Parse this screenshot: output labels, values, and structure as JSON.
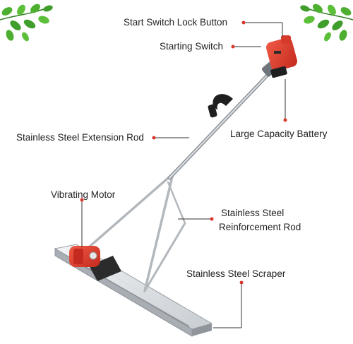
{
  "colors": {
    "accent": "#d9372b",
    "leader_line": "#333333",
    "leaf_green": "#3f9e2c",
    "steel": "#b9bec3",
    "text": "#222222"
  },
  "callouts": {
    "start_switch_lock_button": "Start Switch Lock Button",
    "starting_switch": "Starting Switch",
    "large_capacity_battery": "Large Capacity Battery",
    "stainless_steel_extension_rod": "Stainless Steel Extension Rod",
    "vibrating_motor": "Vibrating Motor",
    "stainless_steel_reinforcement_rod_line1": "Stainless Steel",
    "stainless_steel_reinforcement_rod_line2": "Reinforcement Rod",
    "stainless_steel_scraper": "Stainless Steel Scraper"
  },
  "decorations": {
    "left_corner": "leaf-branch-icon",
    "right_corner": "leaf-branch-icon"
  }
}
